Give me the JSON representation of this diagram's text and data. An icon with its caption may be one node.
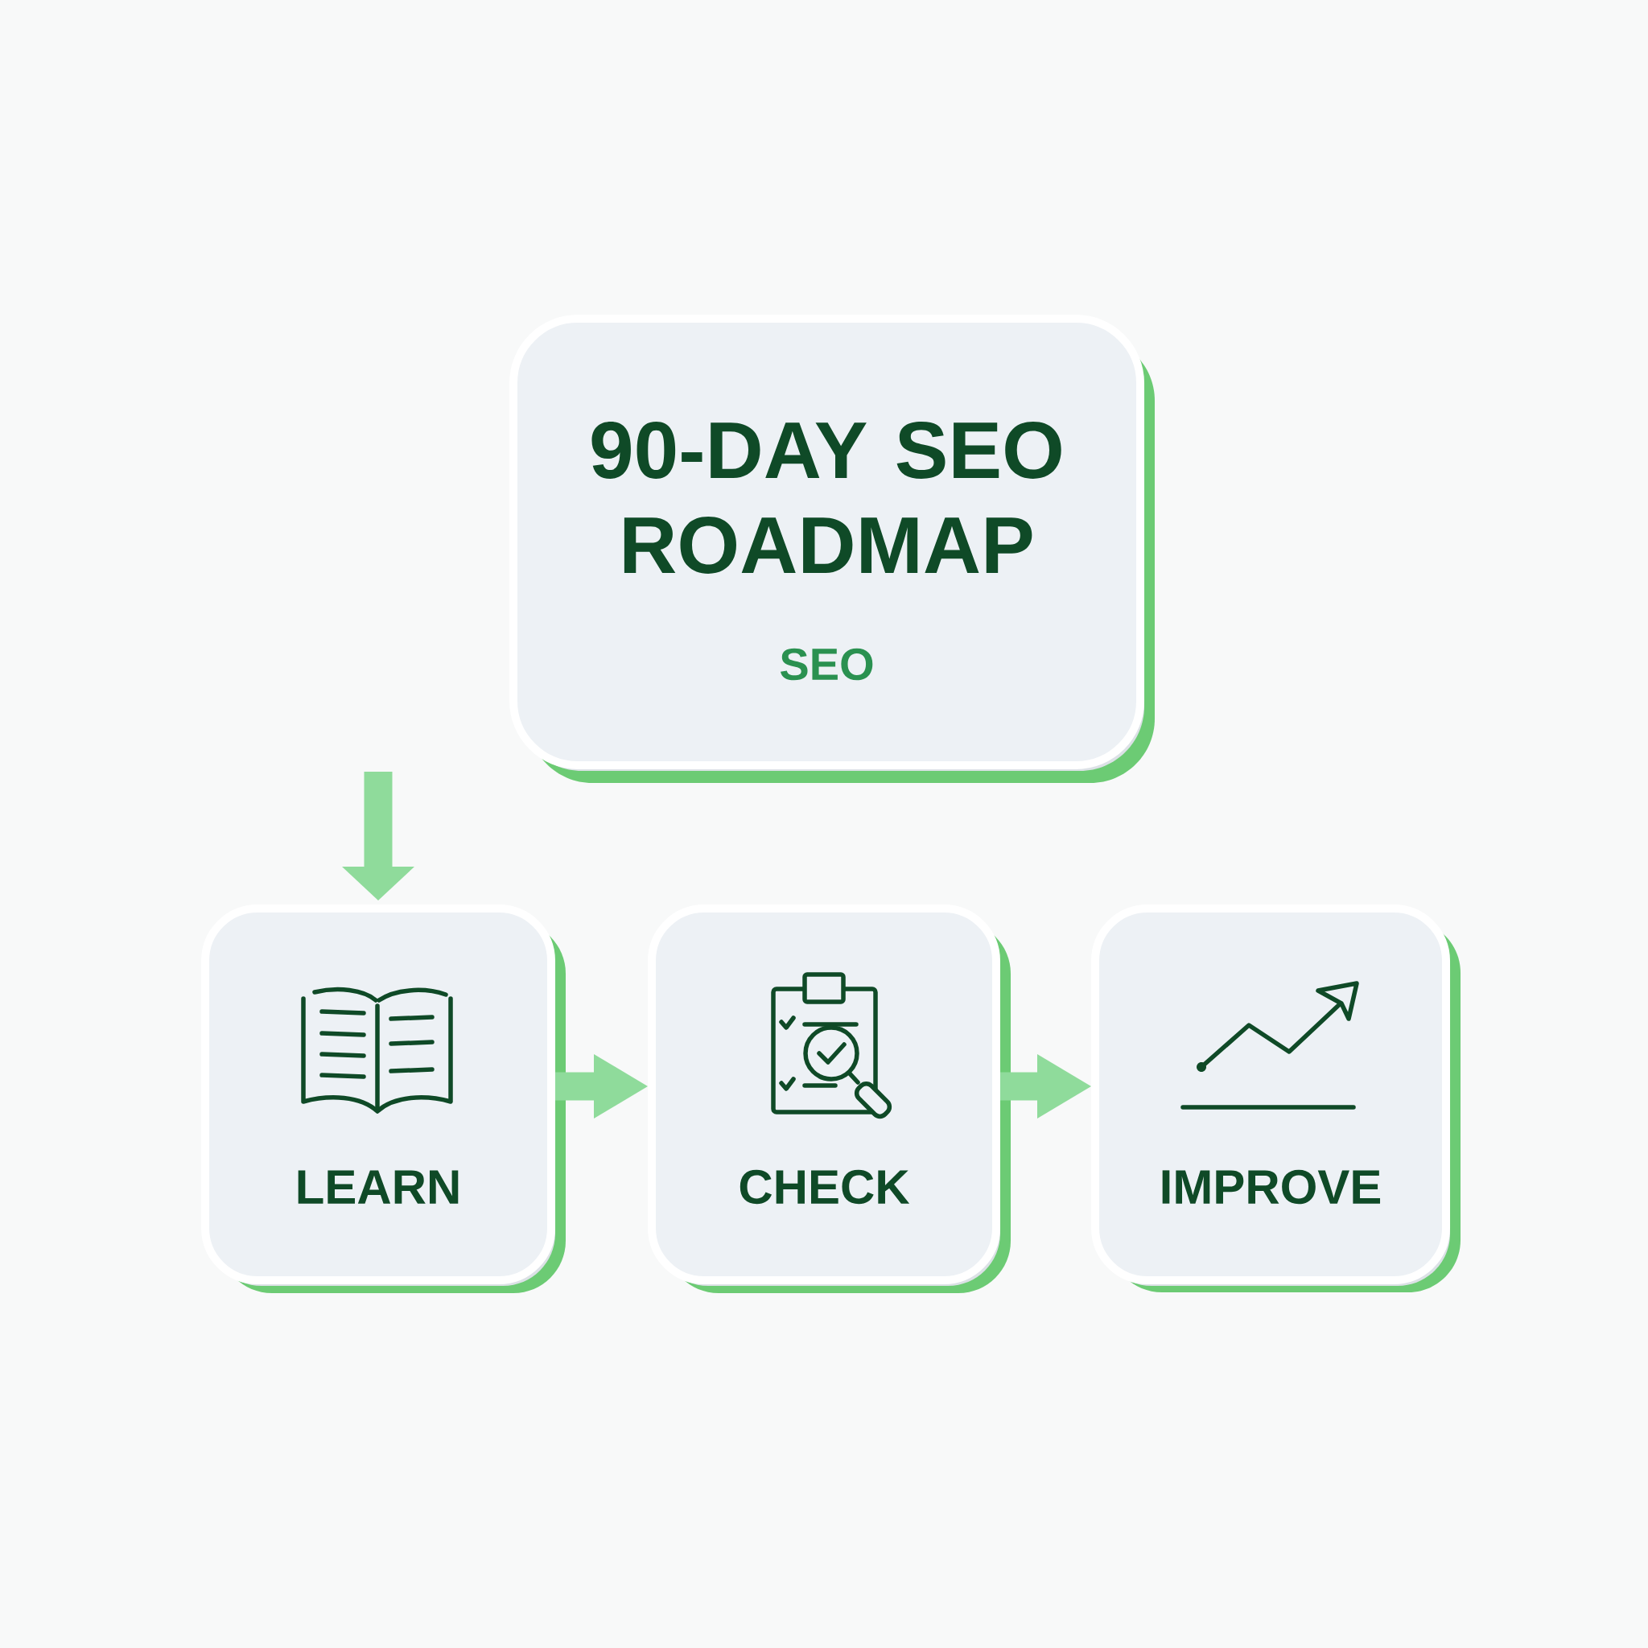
{
  "diagram": {
    "nodes": [
      {
        "text": [
          "90-DAY SEO ROADMAP",
          "SEO"
        ]
      },
      {
        "text": [
          "LEARN"
        ]
      },
      {
        "text": [
          "CHECK"
        ]
      },
      {
        "text": [
          "IMPROVE"
        ]
      }
    ],
    "edges": [
      {
        "from": null,
        "to": 1,
        "arrow": "to"
      },
      {
        "from": 1,
        "to": 2,
        "arrow": "to"
      },
      {
        "from": 2,
        "to": 3,
        "arrow": "to"
      }
    ]
  }
}
